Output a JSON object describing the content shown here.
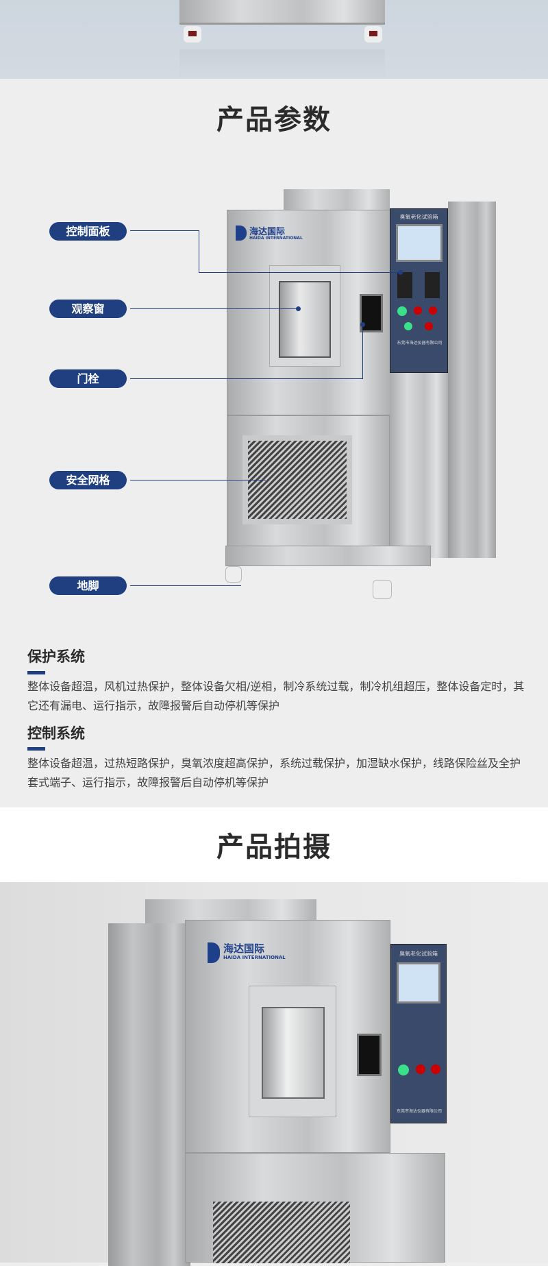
{
  "header_title": "产品参数",
  "callouts": [
    {
      "label": "控制面板"
    },
    {
      "label": "观察窗"
    },
    {
      "label": "门栓"
    },
    {
      "label": "安全网格"
    },
    {
      "label": "地脚"
    }
  ],
  "machine": {
    "brand_cn": "海达国际",
    "brand_en": "HAIDA INTERNATIONAL",
    "panel_title": "臭氧老化试验箱",
    "panel_footer": "东莞市海达仪器有限公司"
  },
  "sections": [
    {
      "title": "保护系统",
      "text": "整体设备超温，风机过热保护，整体设备欠相/逆相，制冷系统过载，制冷机组超压，整体设备定时，其它还有漏电、运行指示，故障报警后自动停机等保护"
    },
    {
      "title": "控制系统",
      "text": "整体设备超温，过热短路保护，臭氧浓度超高保护，系统过载保护，加湿缺水保护，线路保险丝及全护套式端子、运行指示，故障报警后自动停机等保护"
    }
  ],
  "photo_title": "产品拍摄",
  "colors": {
    "accent": "#1f3f80",
    "background": "#eeeeee"
  }
}
